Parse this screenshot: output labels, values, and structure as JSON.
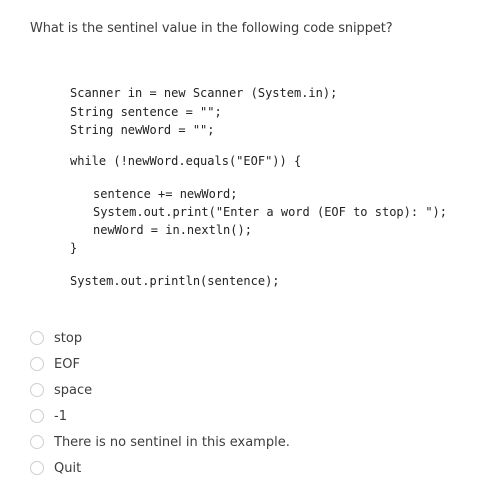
{
  "question": {
    "text": "What is the sentinel value in the following code snippet?"
  },
  "code": {
    "lines": [
      "Scanner in = new Scanner (System.in);",
      "String sentence = \"\";",
      "String newWord = \"\";",
      "while (!newWord.equals(\"EOF\")) {",
      "sentence += newWord;",
      "System.out.print(\"Enter a word (EOF to stop): \");",
      "newWord = in.nextln();",
      "}",
      "System.out.println(sentence);"
    ]
  },
  "options": [
    {
      "label": "stop"
    },
    {
      "label": "EOF"
    },
    {
      "label": "space"
    },
    {
      "label": "-1"
    },
    {
      "label": "There is no sentinel in this example."
    },
    {
      "label": "Quit"
    }
  ]
}
